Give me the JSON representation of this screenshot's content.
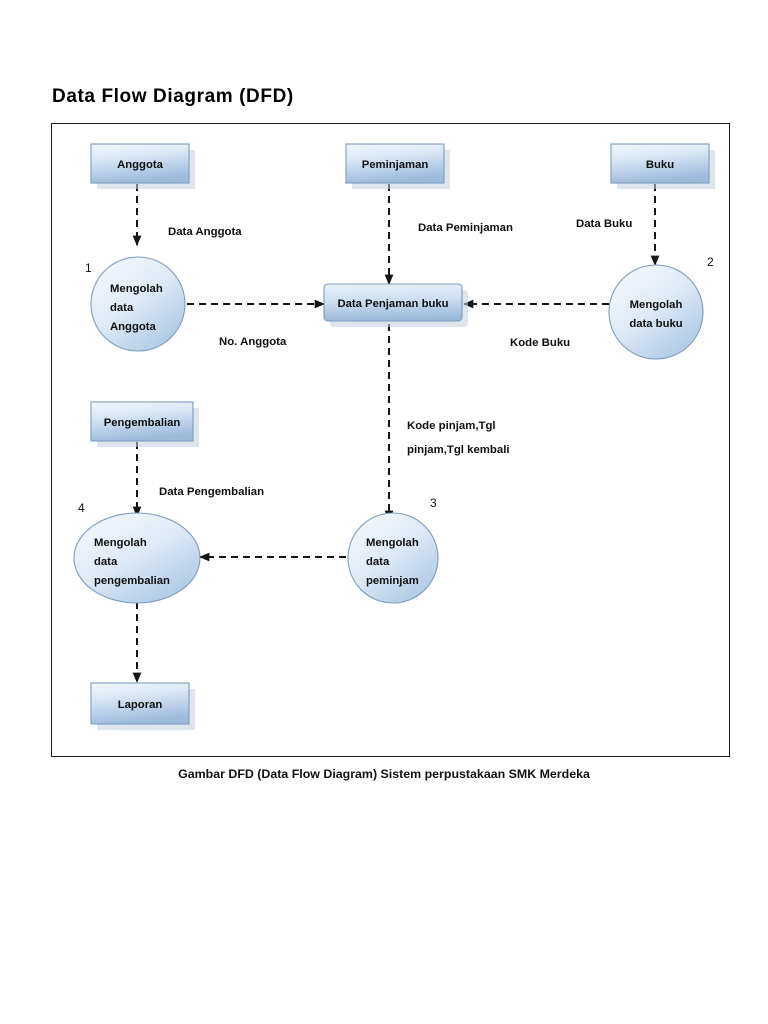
{
  "document": {
    "title": "Data Flow Diagram (DFD)",
    "caption": "Gambar DFD (Data Flow Diagram) Sistem perpustakaan SMK Merdeka"
  },
  "colors": {
    "shape_fill_light": "#eaf1f9",
    "shape_fill_dark": "#a8c3e0",
    "shape_outline": "#7f9dbe",
    "line": "#161616",
    "frame_border": "#1c1c1c",
    "text": "#101010",
    "background": "#ffffff"
  },
  "diagram": {
    "type": "data-flow-diagram",
    "entities": [
      {
        "id": "anggota",
        "label": "Anggota",
        "shape": "rectangle"
      },
      {
        "id": "peminjaman",
        "label": "Peminjaman",
        "shape": "rectangle"
      },
      {
        "id": "buku",
        "label": "Buku",
        "shape": "rectangle"
      },
      {
        "id": "pengembalian",
        "label": "Pengembalian",
        "shape": "rectangle"
      },
      {
        "id": "laporan",
        "label": "Laporan",
        "shape": "rectangle"
      }
    ],
    "datastores": [
      {
        "id": "data-penjaman-buku",
        "label": "Data Penjaman buku",
        "shape": "rounded-rectangle"
      }
    ],
    "processes": [
      {
        "id": "proc-1",
        "number": "1",
        "shape": "circle",
        "lines": [
          "Mengolah",
          "data",
          "Anggota"
        ]
      },
      {
        "id": "proc-2",
        "number": "2",
        "shape": "circle",
        "lines": [
          "Mengolah",
          "data buku"
        ]
      },
      {
        "id": "proc-3",
        "number": "3",
        "shape": "circle",
        "lines": [
          "Mengolah",
          "data",
          "peminjam"
        ]
      },
      {
        "id": "proc-4",
        "number": "4",
        "shape": "ellipse",
        "lines": [
          "Mengolah",
          "data",
          "pengembalian"
        ]
      }
    ],
    "flows": [
      {
        "id": "flow-data-anggota",
        "label": "Data Anggota",
        "from": "anggota",
        "to": "proc-1"
      },
      {
        "id": "flow-data-peminjaman",
        "label": "Data Peminjaman",
        "from": "peminjaman",
        "to": "data-penjaman-buku"
      },
      {
        "id": "flow-data-buku",
        "label": "Data Buku",
        "from": "buku",
        "to": "proc-2"
      },
      {
        "id": "flow-no-anggota",
        "label": "No. Anggota",
        "from": "proc-1",
        "to": "data-penjaman-buku"
      },
      {
        "id": "flow-kode-buku",
        "label": "Kode Buku",
        "from": "proc-2",
        "to": "data-penjaman-buku"
      },
      {
        "id": "flow-kode-pinjam",
        "label_line1": "Kode pinjam,Tgl",
        "label_line2": "pinjam,Tgl kembali",
        "from": "data-penjaman-buku",
        "to": "proc-3"
      },
      {
        "id": "flow-data-pengembalian",
        "label": "Data Pengembalian",
        "from": "pengembalian",
        "to": "proc-4"
      },
      {
        "id": "flow-proc3-proc4",
        "label": "",
        "from": "proc-3",
        "to": "proc-4"
      },
      {
        "id": "flow-laporan",
        "label": "",
        "from": "proc-4",
        "to": "laporan"
      }
    ]
  }
}
